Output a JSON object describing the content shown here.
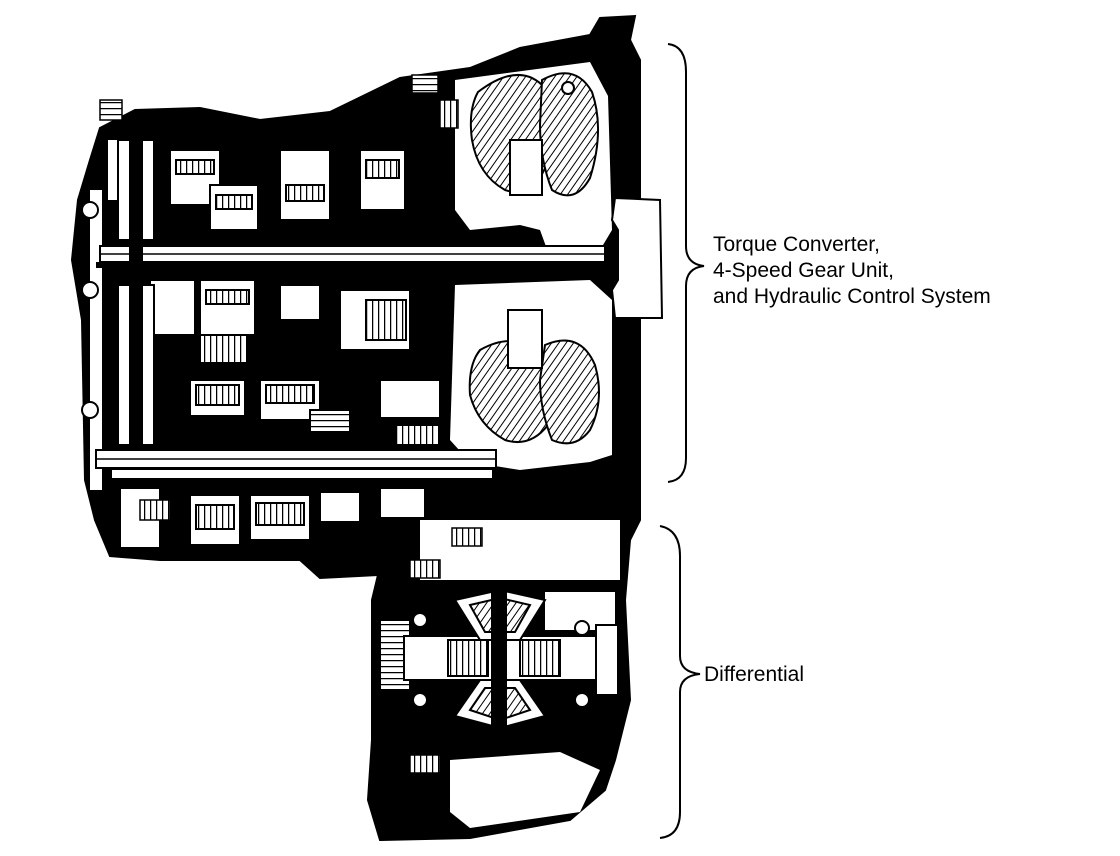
{
  "diagram": {
    "callouts": [
      {
        "id": "upper",
        "lines": [
          "Torque Converter,",
          "4-Speed Gear Unit,",
          "and Hydraulic Control System"
        ]
      },
      {
        "id": "lower",
        "lines": [
          "Differential"
        ]
      }
    ]
  },
  "colors": {
    "ink": "#000000",
    "paper": "#ffffff",
    "mid_gray": "#9a9a9a"
  }
}
